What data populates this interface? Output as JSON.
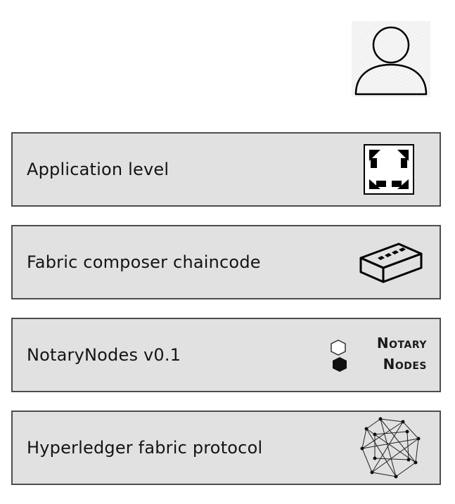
{
  "actor": {
    "icon": "user-icon"
  },
  "layers": [
    {
      "label": "Application level",
      "icon": "expand-arrows-icon"
    },
    {
      "label": "Fabric composer chaincode",
      "icon": "brick-icon"
    },
    {
      "label": "NotaryNodes v0.1",
      "icon": "notarynodes-logo",
      "logo_lines": [
        "Notary",
        "Nodes"
      ]
    },
    {
      "label": "Hyperledger fabric protocol",
      "icon": "hyperledger-network-icon"
    }
  ],
  "colors": {
    "layer_fill": "#e1e1e1",
    "layer_border": "#4d4d4d",
    "text": "#141414"
  }
}
